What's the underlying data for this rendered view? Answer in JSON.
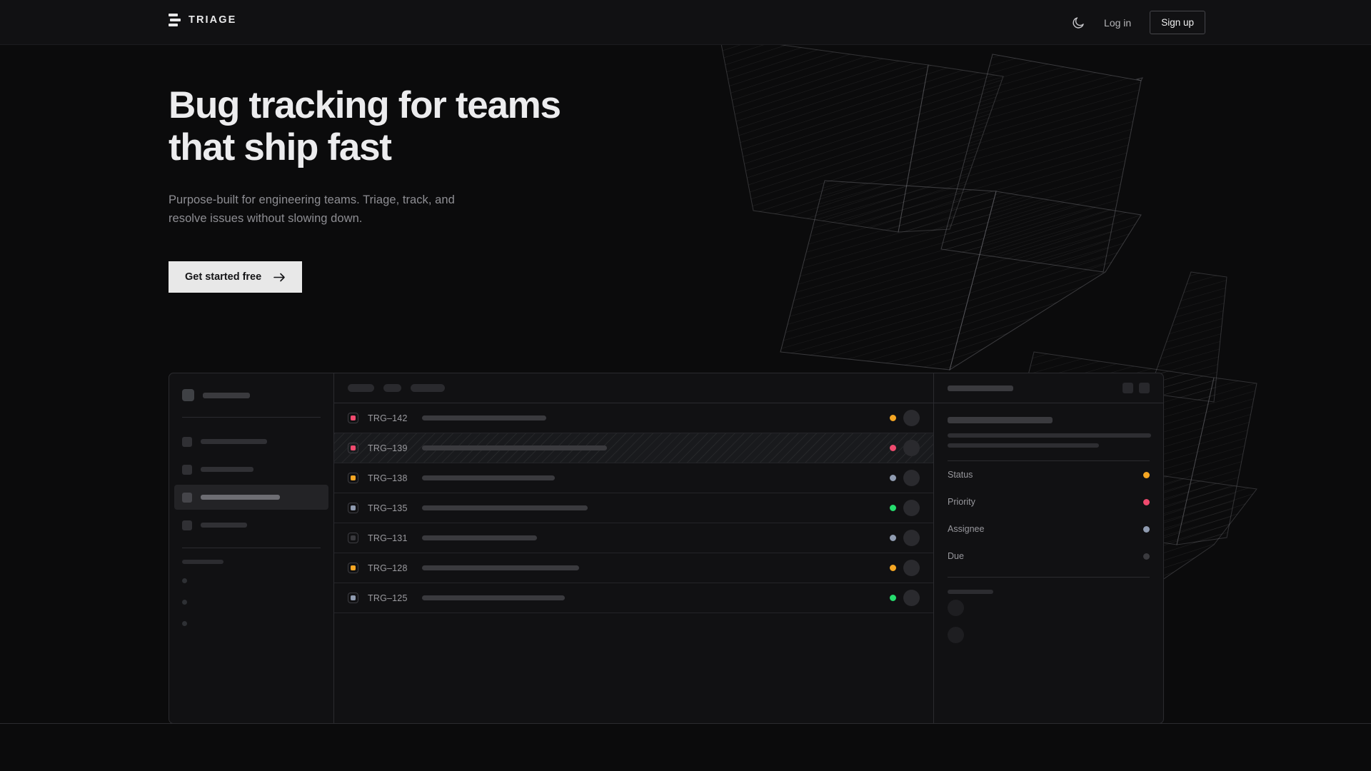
{
  "nav": {
    "brand": "TRIAGE",
    "theme_toggle_icon": "moon-icon",
    "login_label": "Log in",
    "signup_label": "Sign up"
  },
  "hero": {
    "headline": "Bug tracking for teams\nthat ship fast",
    "subhead": "Purpose-built for engineering teams. Triage, track, and\nresolve issues without slowing down.",
    "cta_label": "Get started free",
    "cta_icon": "arrow-right-icon"
  },
  "colors": {
    "page_bg": "#0b0b0c",
    "panel_bg": "#111113",
    "border": "#2b2b2f",
    "text_primary": "#ececee",
    "text_muted": "#8e8e93",
    "accent_light": "#e8e8e8",
    "status_orange": "#f5a623",
    "status_pink": "#ef4a6e",
    "status_green": "#26dd6e",
    "status_slate": "#8f9bb0",
    "status_idle": "#3a3a3e"
  },
  "app": {
    "sidebar": {
      "nav_items": [
        {
          "name": "nav-item-1",
          "width": 93,
          "active": false
        },
        {
          "name": "nav-item-2",
          "width": 74,
          "active": false
        },
        {
          "name": "nav-item-3",
          "width": 111,
          "active": true
        },
        {
          "name": "nav-item-4",
          "width": 65,
          "active": false
        }
      ],
      "section_label_width": 58,
      "mini_items": 3
    },
    "toolbar_chips": [
      37,
      25,
      48
    ],
    "list": {
      "rows": [
        {
          "id": "TRG–142",
          "priority_color": "#ef4a6e",
          "title_width": 174,
          "status_color": "#f5a623",
          "selected": false
        },
        {
          "id": "TRG–139",
          "priority_color": "#ef4a6e",
          "title_width": 259,
          "status_color": "#ef4a6e",
          "selected": true
        },
        {
          "id": "TRG–138",
          "priority_color": "#f5a623",
          "title_width": 186,
          "status_color": "#8f9bb0",
          "selected": false
        },
        {
          "id": "TRG–135",
          "priority_color": "#8f9bb0",
          "title_width": 232,
          "status_color": "#26dd6e",
          "selected": false
        },
        {
          "id": "TRG–131",
          "priority_color": "#3a3a3e",
          "title_width": 161,
          "status_color": "#8f9bb0",
          "selected": false
        },
        {
          "id": "TRG–128",
          "priority_color": "#f5a623",
          "title_width": 220,
          "status_color": "#f5a623",
          "selected": false
        },
        {
          "id": "TRG–125",
          "priority_color": "#8f9bb0",
          "title_width": 200,
          "status_color": "#26dd6e",
          "selected": false
        }
      ]
    },
    "detail": {
      "header_title_width": 92,
      "title_width": 147,
      "desc_line_widths": [
        285,
        212
      ],
      "meta": [
        {
          "label": "Status",
          "color": "#f5a623"
        },
        {
          "label": "Priority",
          "color": "#ef4a6e"
        },
        {
          "label": "Assignee",
          "color": "#8f9bb0"
        },
        {
          "label": "Due",
          "color": "#3a3a3e"
        }
      ],
      "comments_label_width": 64,
      "comment_avatars": 2
    }
  }
}
